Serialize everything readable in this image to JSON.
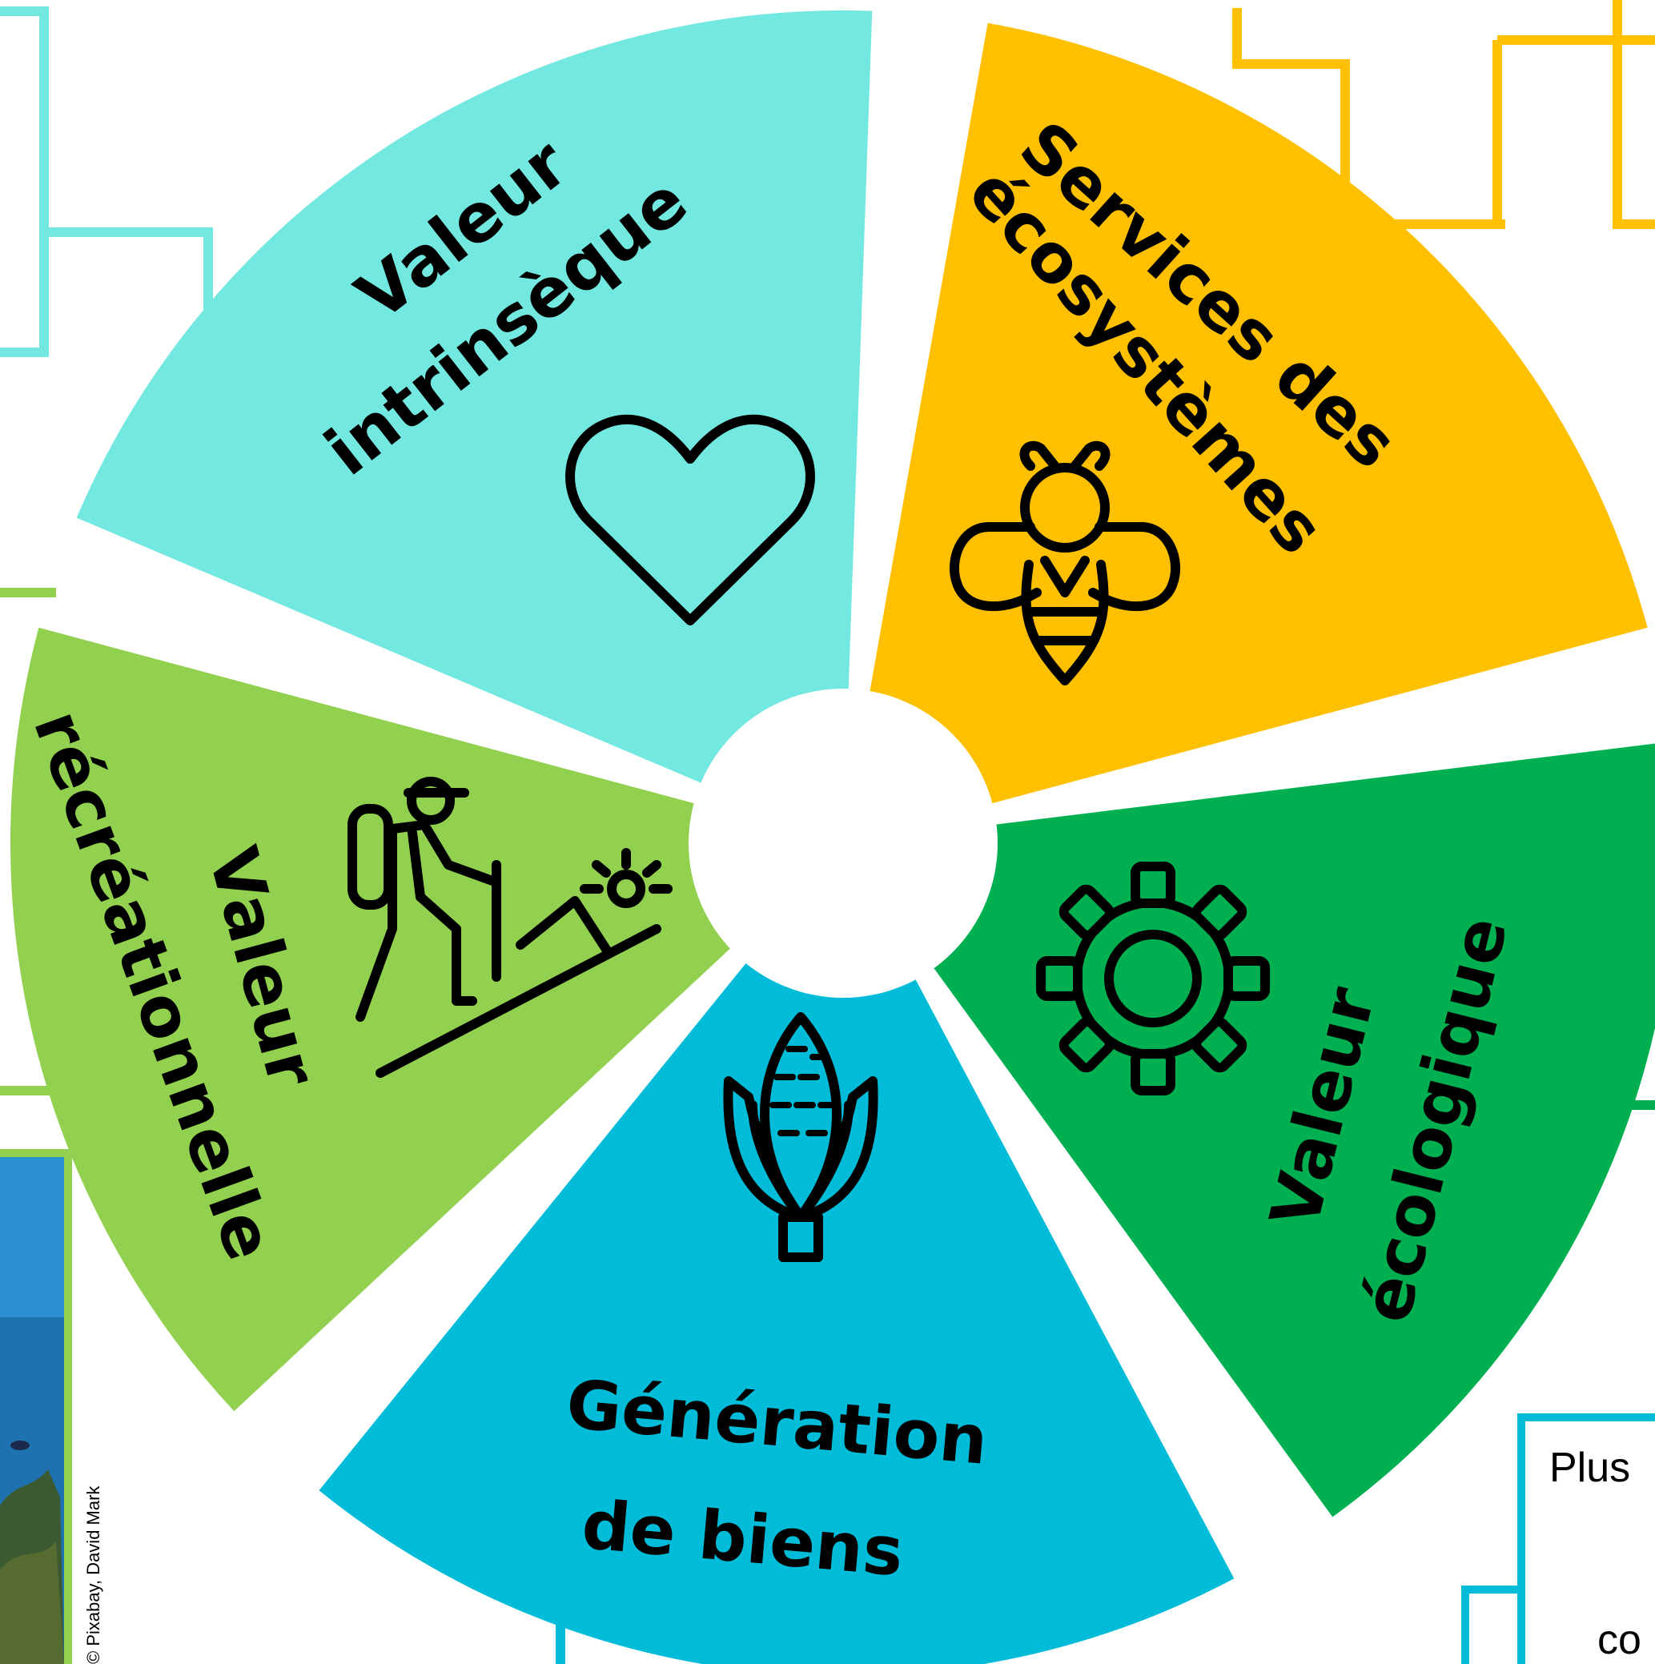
{
  "wheel": {
    "segments": [
      {
        "id": "intrinsic",
        "lines": [
          "Valeur",
          "intrinsèque"
        ],
        "color": "#73E8E0",
        "icon": "heart-icon"
      },
      {
        "id": "ecosystem-services",
        "lines": [
          "Services des",
          "écosystèmes"
        ],
        "color": "#FFC000",
        "icon": "bee-icon"
      },
      {
        "id": "ecological",
        "lines": [
          "Valeur",
          "écologique"
        ],
        "color": "#00B050",
        "icon": "gear-icon"
      },
      {
        "id": "goods",
        "lines": [
          "Génération",
          "de biens"
        ],
        "color": "#00BCD8",
        "icon": "corn-icon"
      },
      {
        "id": "recreational",
        "lines": [
          "Valeur",
          "récréationnelle"
        ],
        "color": "#92D050",
        "icon": "hiker-icon"
      }
    ],
    "hub_color": "#FFFFFF"
  },
  "side_panel": {
    "top_text": "Plus",
    "bottom_text": "co"
  },
  "photo": {
    "credit": "© Pixabay, David Mark"
  }
}
